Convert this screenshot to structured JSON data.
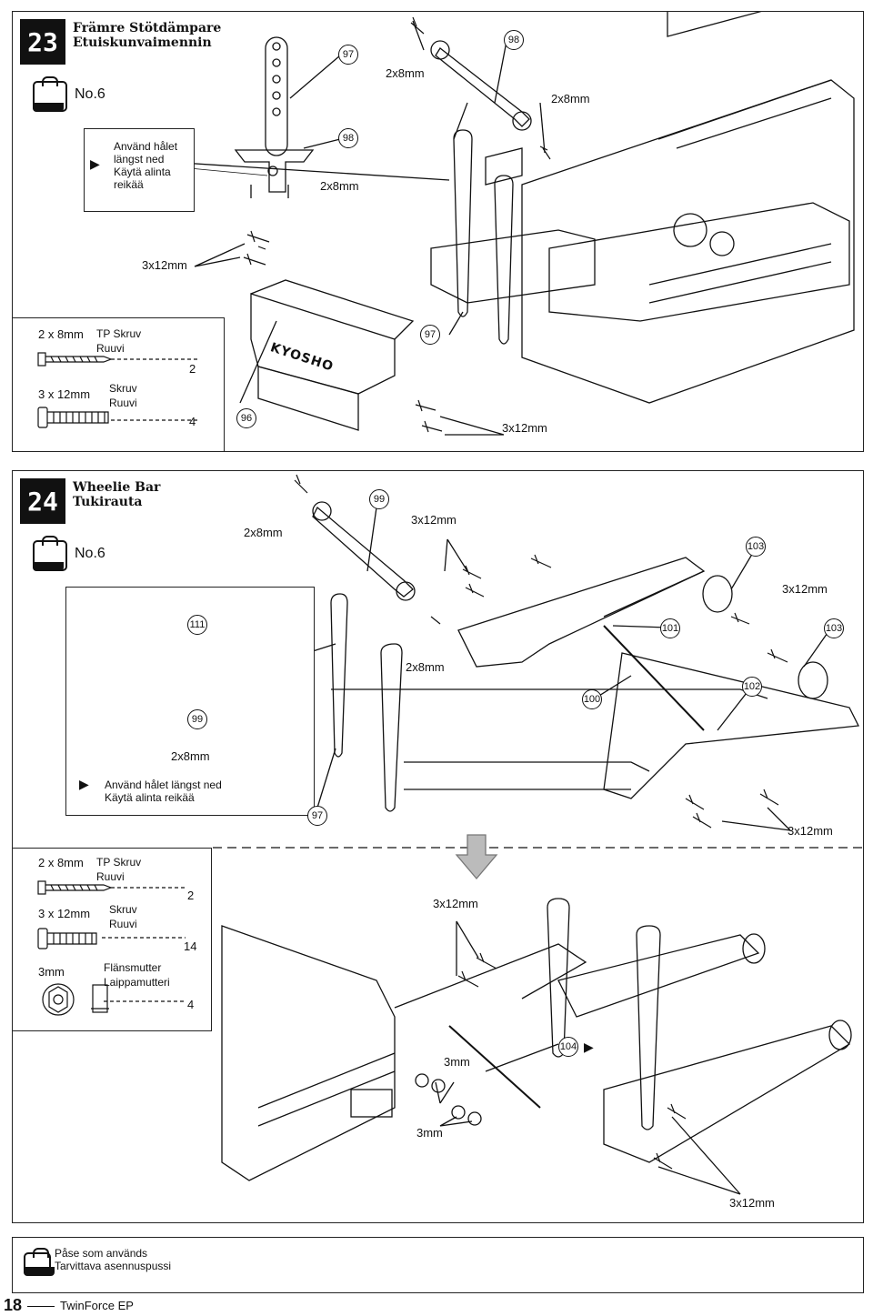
{
  "step23": {
    "number": "23",
    "title_sv": "Främre Stötdämpare",
    "title_fi": "Etuiskunvaimennin",
    "bag_label": "No.6",
    "hole_note": [
      "Använd hålet",
      "längst ned",
      "Käytä alinta",
      "reikää"
    ],
    "callouts": {
      "c97a": "97",
      "c98a": "98",
      "c98b": "98",
      "c97b": "97",
      "c96": "96"
    },
    "labels": {
      "s2x8_a": "2x8mm",
      "s2x8_b": "2x8mm",
      "s2x8_c": "2x8mm",
      "s3x12_a": "3x12mm",
      "s3x12_b": "3x12mm"
    },
    "parts": [
      {
        "size": "2 x 8mm",
        "name_sv": "TP Skruv",
        "name_fi": "Ruuvi",
        "qty": "2"
      },
      {
        "size": "3 x 12mm",
        "name_sv": "Skruv",
        "name_fi": "Ruuvi",
        "qty": "4"
      }
    ],
    "bumper_text": "KYOSHO"
  },
  "step24": {
    "number": "24",
    "title_sv": "Wheelie Bar",
    "title_fi": "Tukirauta",
    "bag_label": "No.6",
    "hole_note": [
      "Använd hålet längst ned",
      "Käytä alinta reikää"
    ],
    "callouts": {
      "c99a": "99",
      "c103a": "103",
      "c111": "111",
      "c101": "101",
      "c103b": "103",
      "c100": "100",
      "c102": "102",
      "c99b": "99",
      "c97": "97",
      "c104": "104"
    },
    "labels": {
      "s2x8_a": "2x8mm",
      "s3x12_a": "3x12mm",
      "s3x12_b": "3x12mm",
      "s2x8_b": "2x8mm",
      "s2x8_c": "2x8mm",
      "s3x12_c": "3x12mm",
      "s3x12_d": "3x12mm",
      "s3mm_a": "3mm",
      "s3mm_b": "3mm",
      "s3x12_e": "3x12mm"
    },
    "parts": [
      {
        "size": "2 x 8mm",
        "name_sv": "TP Skruv",
        "name_fi": "Ruuvi",
        "qty": "2"
      },
      {
        "size": "3 x 12mm",
        "name_sv": "Skruv",
        "name_fi": "Ruuvi",
        "qty": "14"
      },
      {
        "size": "3mm",
        "name_sv": "Flänsmutter",
        "name_fi": "Laippamutteri",
        "qty": "4"
      }
    ]
  },
  "legend": {
    "line1": "Påse som används",
    "line2": "Tarvittava asennuspussi"
  },
  "footer": {
    "page": "18",
    "product": "TwinForce EP"
  }
}
